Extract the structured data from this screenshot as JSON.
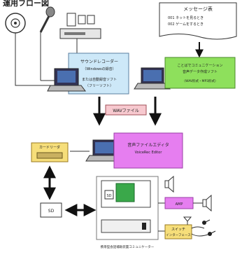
{
  "header": {
    "text": "運用フロー図"
  },
  "memo": {
    "title": "メッセージ表",
    "lines": [
      "001 ネットを見るとき",
      "002 ゲームをするとき"
    ]
  },
  "sound_recorder": {
    "line1": "サウンドレコーダー",
    "line2": "（Windowsの録音）",
    "line3": "または自動録音ソフト",
    "line4": "（フリーソフト）"
  },
  "editor_pc": {
    "line1": "ことばでコミュニケーション",
    "line2": "音声データ作成ソフト",
    "line3": "（WAV形式・MP3形式）"
  },
  "wav_label": "WAVファイル",
  "voice_editor": {
    "line1": "音声ファイルエディタ",
    "line2": "VoiceRec Editor"
  },
  "card_reader_label": "カードリーダ",
  "sd_label": "SD",
  "device_caption": "携帯型会話補助装置コミュニケーター",
  "device_sd_label": "SD",
  "amp_label": "AMP",
  "switch_label": {
    "line1": "スイッチ",
    "line2": "インターフェース"
  },
  "colors": {
    "blue_box": "#cde8f8",
    "green_box": "#8ee05c",
    "magenta_box": "#e67ef0",
    "yellow_box": "#f6de7a",
    "pink_label": "#f7c9cf"
  },
  "icons": [
    "cd-icon",
    "microphone-icon",
    "audio-device-icon",
    "laptop-icon",
    "speaker-icon",
    "led-icon"
  ]
}
